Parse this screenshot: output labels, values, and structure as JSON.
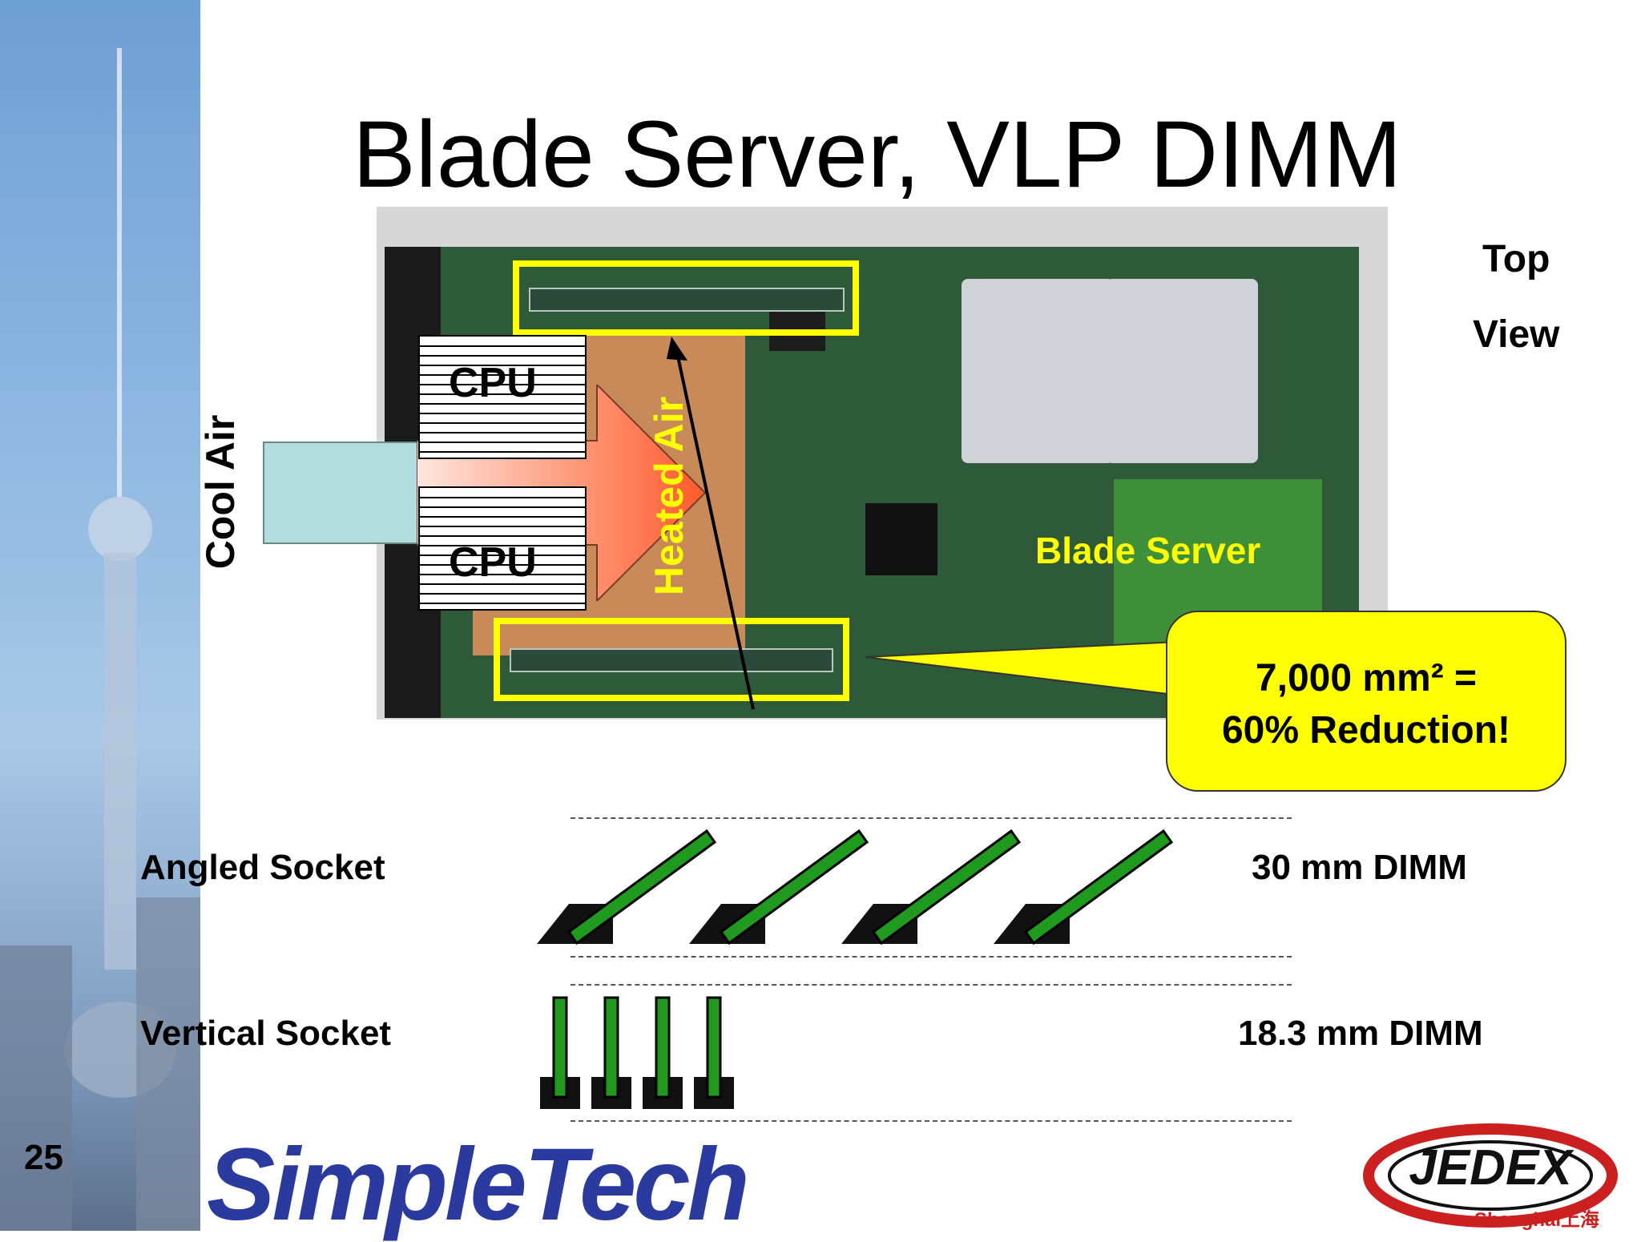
{
  "slide": {
    "title": "Blade Server, VLP DIMM",
    "number": "25"
  },
  "photo_labels": {
    "cpu_top": "CPU",
    "cpu_bottom": "CPU",
    "heated_air": "Heated Air",
    "cool_air": "Cool Air",
    "blade_server": "Blade Server",
    "top": "Top",
    "view": "View"
  },
  "callout": {
    "line1": "7,000 mm² =",
    "line2": "60% Reduction!"
  },
  "sockets": {
    "angled_label": "Angled Socket",
    "angled_dimm": "30 mm DIMM",
    "vertical_label": "Vertical Socket",
    "vertical_dimm": "18.3 mm DIMM",
    "angled_count": 4,
    "vertical_count": 4
  },
  "logos": {
    "simpletech": "SimpleTech",
    "jedex": "JEDEX",
    "jedex_sub": "Shanghai上海"
  },
  "colors": {
    "highlight": "#ffff00",
    "dimm_green": "#1f9a1f",
    "callout_fill": "#ffff00",
    "logo_blue": "#2a3a9e",
    "jedex_red": "#cc1f1f"
  }
}
